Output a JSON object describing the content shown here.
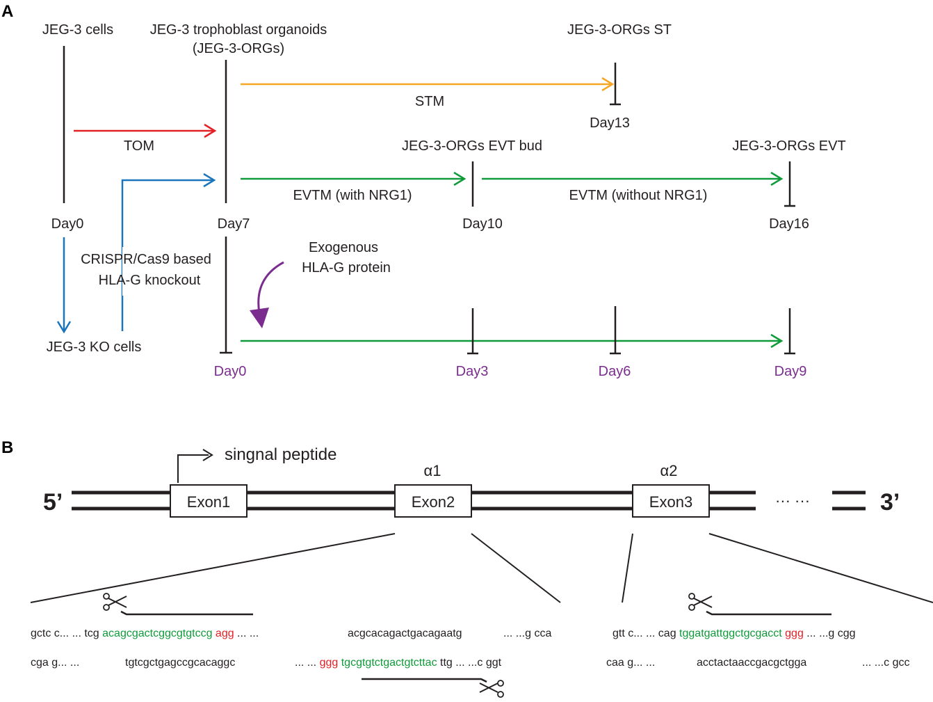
{
  "panel_a": {
    "letter": "A",
    "labels": {
      "jeg3_cells": "JEG-3 cells",
      "organoids_line1": "JEG-3 trophoblast organoids",
      "organoids_line2": "(JEG-3-ORGs)",
      "orgs_st": "JEG-3-ORGs ST",
      "orgs_evt_bud": "JEG-3-ORGs EVT bud",
      "orgs_evt": "JEG-3-ORGs EVT",
      "ko_cells": "JEG-3 KO cells",
      "crispr_line1": "CRISPR/Cas9 based",
      "crispr_line2": "HLA-G knockout",
      "exogenous_line1": "Exogenous",
      "exogenous_line2": "HLA-G protein"
    },
    "media": {
      "tom": "TOM",
      "stm": "STM",
      "evtm_with": "EVTM (with NRG1)",
      "evtm_without": "EVTM (without NRG1)"
    },
    "days_top": {
      "d0": "Day0",
      "d7": "Day7",
      "d13": "Day13",
      "d10": "Day10",
      "d16": "Day16"
    },
    "days_bottom": [
      "Day0",
      "Day3",
      "Day6",
      "Day9"
    ],
    "colors": {
      "tom": "#e32026",
      "stm": "#f5a623",
      "evtm": "#0f9b3a",
      "crispr": "#1b75bc",
      "exogenous": "#7b2c8f",
      "line": "#231f20"
    }
  },
  "panel_b": {
    "letter": "B",
    "five_prime": "5’",
    "three_prime": "3’",
    "ellipsis": "··· ···",
    "signal_peptide": "singnal peptide",
    "domains": {
      "alpha1": "α1",
      "alpha2": "α2"
    },
    "exons": [
      "Exon1",
      "Exon2",
      "Exon3"
    ],
    "seq_left": {
      "top_a": "gctc c... ... tcg ",
      "top_guide": "acagcgactcggcgtgtccg",
      "top_pam": " agg",
      "top_b": " ... ...",
      "top_mid": "acgcacagactgacagaatg",
      "top_end": "... ...g cca",
      "bot_a": "cga g... ...",
      "bot_mid": "tgtcgctgagccgcacaggc",
      "bot_dots": "... ...",
      "bot_pam": "ggg",
      "bot_guide": " tgcgtgtctgactgtcttac",
      "bot_end": " ttg ... ...c ggt"
    },
    "seq_right": {
      "top_a": "gtt c... ... cag ",
      "top_guide": "tggatgattggctgcgacct",
      "top_pam": " ggg",
      "top_end": " ... ...g cgg",
      "bot_a": "caa g... ...",
      "bot_mid": "acctactaaccgacgctgga",
      "bot_end": "... ...c gcc"
    },
    "colors": {
      "guide": "#0f9b3a",
      "pam": "#e32026"
    }
  }
}
